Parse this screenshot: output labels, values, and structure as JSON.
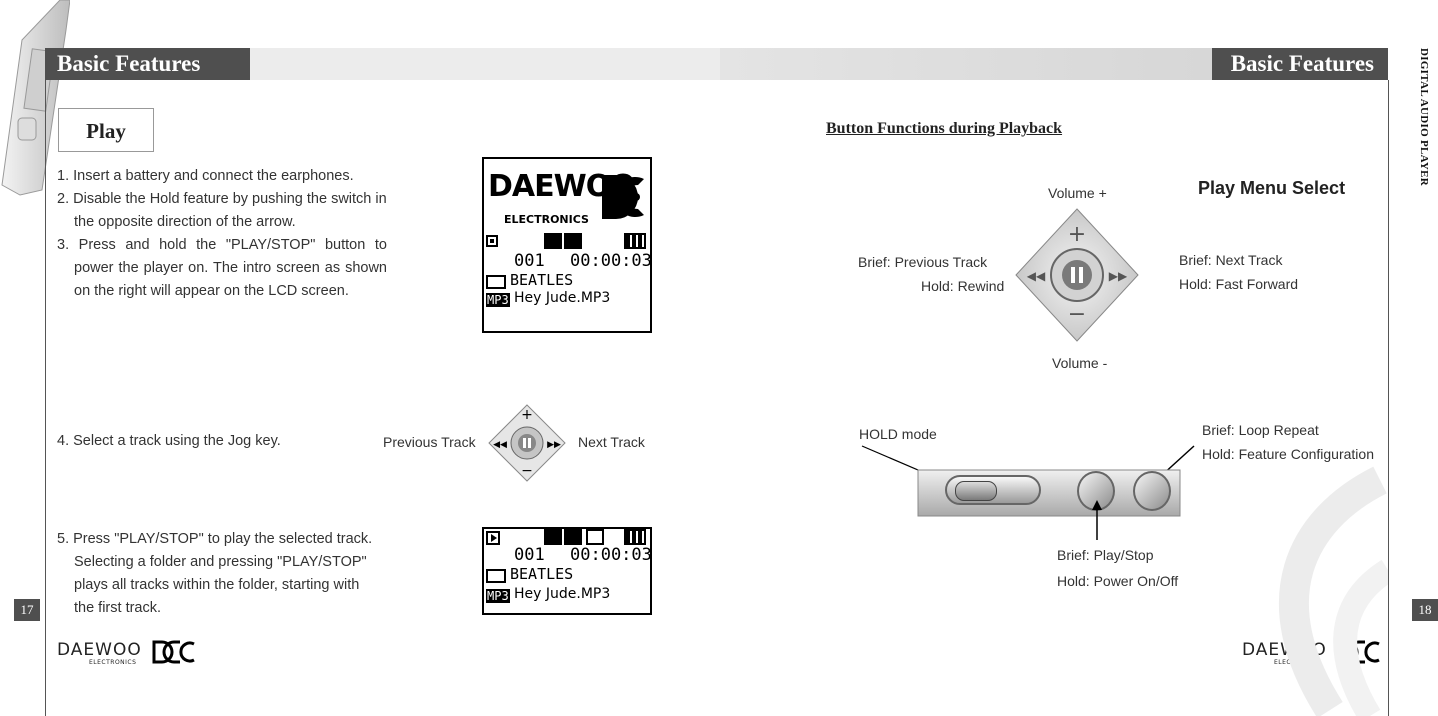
{
  "left_page": {
    "header": "Basic Features",
    "section_title": "Play",
    "steps": [
      "1. Insert a battery and connect the earphones.",
      "2. Disable the Hold feature by pushing the switch in the opposite direction of the arrow.",
      "3. Press and hold the \"PLAY/STOP\" button to power the player on. The intro screen as shown on the right will appear on the LCD screen.",
      "4. Select a track using the Jog key.",
      "5. Press \"PLAY/STOP\" to play the selected track. Selecting a folder and pressing \"PLAY/STOP\" plays all tracks within the folder, starting with the first track."
    ],
    "intro_lcd": {
      "logo": "DAEWOO",
      "logo_sub": "ELECTRONICS",
      "track_no": "001",
      "time": "00:00:03",
      "folder": "BEATLES",
      "badge": "MP3",
      "file": "Hey Jude.MP3"
    },
    "play_lcd": {
      "track_no": "001",
      "time": "00:00:03",
      "folder": "BEATLES",
      "badge": "MP3",
      "file": "Hey Jude.MP3"
    },
    "jog_labels": {
      "prev": "Previous Track",
      "next": "Next Track"
    },
    "page_number": "17",
    "footer_logo": "DAEWOO",
    "footer_logo_sub": "ELECTRONICS"
  },
  "right_page": {
    "header": "Basic Features",
    "side_label": "DIGITAL AUDIO PLAYER",
    "subtitle": "Button Functions during Playback",
    "play_menu_select": "Play Menu Select",
    "volume_up": "Volume +",
    "volume_down": "Volume -",
    "left_brief": "Brief: Previous Track",
    "left_hold": "Hold: Rewind",
    "right_brief": "Brief: Next Track",
    "right_hold": "Hold: Fast Forward",
    "hold_mode": "HOLD mode",
    "loop_brief": "Brief: Loop Repeat",
    "loop_hold": "Hold: Feature Configuration",
    "play_brief": "Brief: Play/Stop",
    "play_hold": "Hold: Power On/Off",
    "page_number": "18",
    "footer_logo": "DAEWOO",
    "footer_logo_sub": "ELECTRONICS"
  }
}
